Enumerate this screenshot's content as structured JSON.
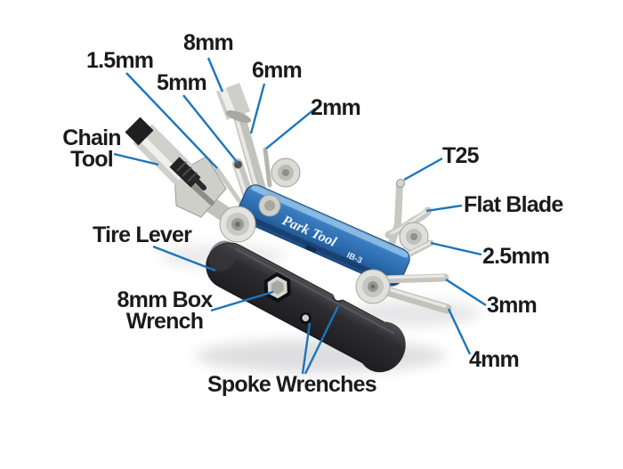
{
  "figure": {
    "background": "#ffffff",
    "callout_color": "#1c75bc",
    "text_color": "#1b1b1b"
  },
  "product": {
    "brand": "Park Tool",
    "model": "IB-3",
    "body_color": "#2e72b4",
    "type": "bicycle multi-tool diagram"
  },
  "labels": [
    {
      "id": "hex-8mm",
      "text": "8mm"
    },
    {
      "id": "hex-1-5mm",
      "text": "1.5mm"
    },
    {
      "id": "hex-5mm",
      "text": "5mm"
    },
    {
      "id": "hex-6mm",
      "text": "6mm"
    },
    {
      "id": "hex-2mm",
      "text": "2mm"
    },
    {
      "id": "chain-tool",
      "text": "Chain\nTool"
    },
    {
      "id": "torx-t25",
      "text": "T25"
    },
    {
      "id": "flat-blade",
      "text": "Flat Blade"
    },
    {
      "id": "hex-2-5mm",
      "text": "2.5mm"
    },
    {
      "id": "hex-3mm",
      "text": "3mm"
    },
    {
      "id": "hex-4mm",
      "text": "4mm"
    },
    {
      "id": "tire-lever",
      "text": "Tire Lever"
    },
    {
      "id": "box-wrench-8mm",
      "text": "8mm Box\nWrench"
    },
    {
      "id": "spoke-wrenches",
      "text": "Spoke Wrenches"
    }
  ]
}
